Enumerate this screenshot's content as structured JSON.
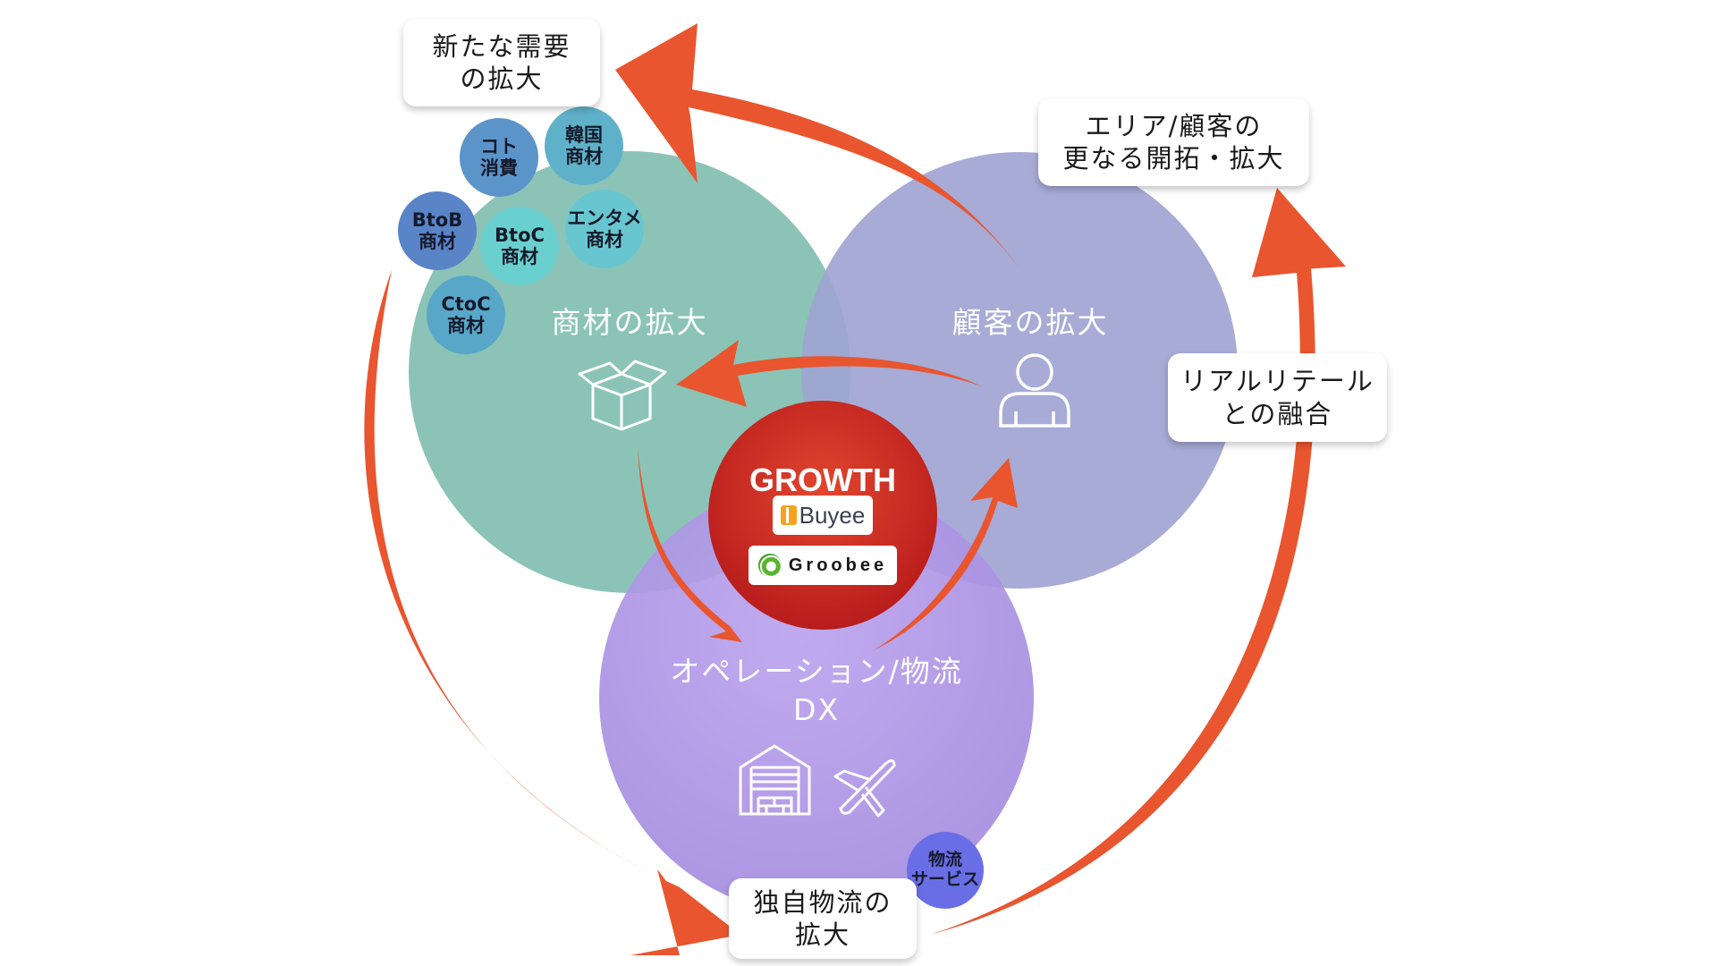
{
  "colors": {
    "arrow": "#e8552f",
    "circle_products": "#86c2b3",
    "circle_customers": "#9fa4d2",
    "circle_operations": "#b197e6",
    "core": "#c42420",
    "bubble_koto": "#5b94c9",
    "bubble_korea": "#5fb1c9",
    "bubble_btob": "#5a84c8",
    "bubble_btoc": "#6ad0cf",
    "bubble_entame": "#68c6d1",
    "bubble_ctoc": "#58a7c9",
    "bubble_logistics": "#6a6ee6"
  },
  "core": {
    "title": "GROWTH",
    "logos": [
      {
        "name": "Buyee",
        "icon": "buyee-bag-icon"
      },
      {
        "name": "Groobee",
        "icon": "groobee-swirl-icon"
      }
    ]
  },
  "circles": {
    "products": {
      "label": "商材の拡大",
      "icon": "open-box-icon"
    },
    "customers": {
      "label": "顧客の拡大",
      "icon": "person-icon"
    },
    "operations": {
      "label": "オペレーション/物流\nDX",
      "icons": [
        "warehouse-icon",
        "airplane-icon"
      ]
    }
  },
  "callouts": {
    "new_demand": "新たな需要\nの拡大",
    "area_customers": "エリア/顧客の\n更なる開拓・拡大",
    "real_retail": "リアルリテール\nとの融合",
    "own_logistics": "独自物流の\n拡大"
  },
  "bubbles": {
    "koto": "コト\n消費",
    "korea": "韓国\n商材",
    "btob": "BtoB\n商材",
    "btoc": "BtoC\n商材",
    "entame": "エンタメ\n商材",
    "ctoc": "CtoC\n商材",
    "logistics": "物流\nサービス"
  }
}
